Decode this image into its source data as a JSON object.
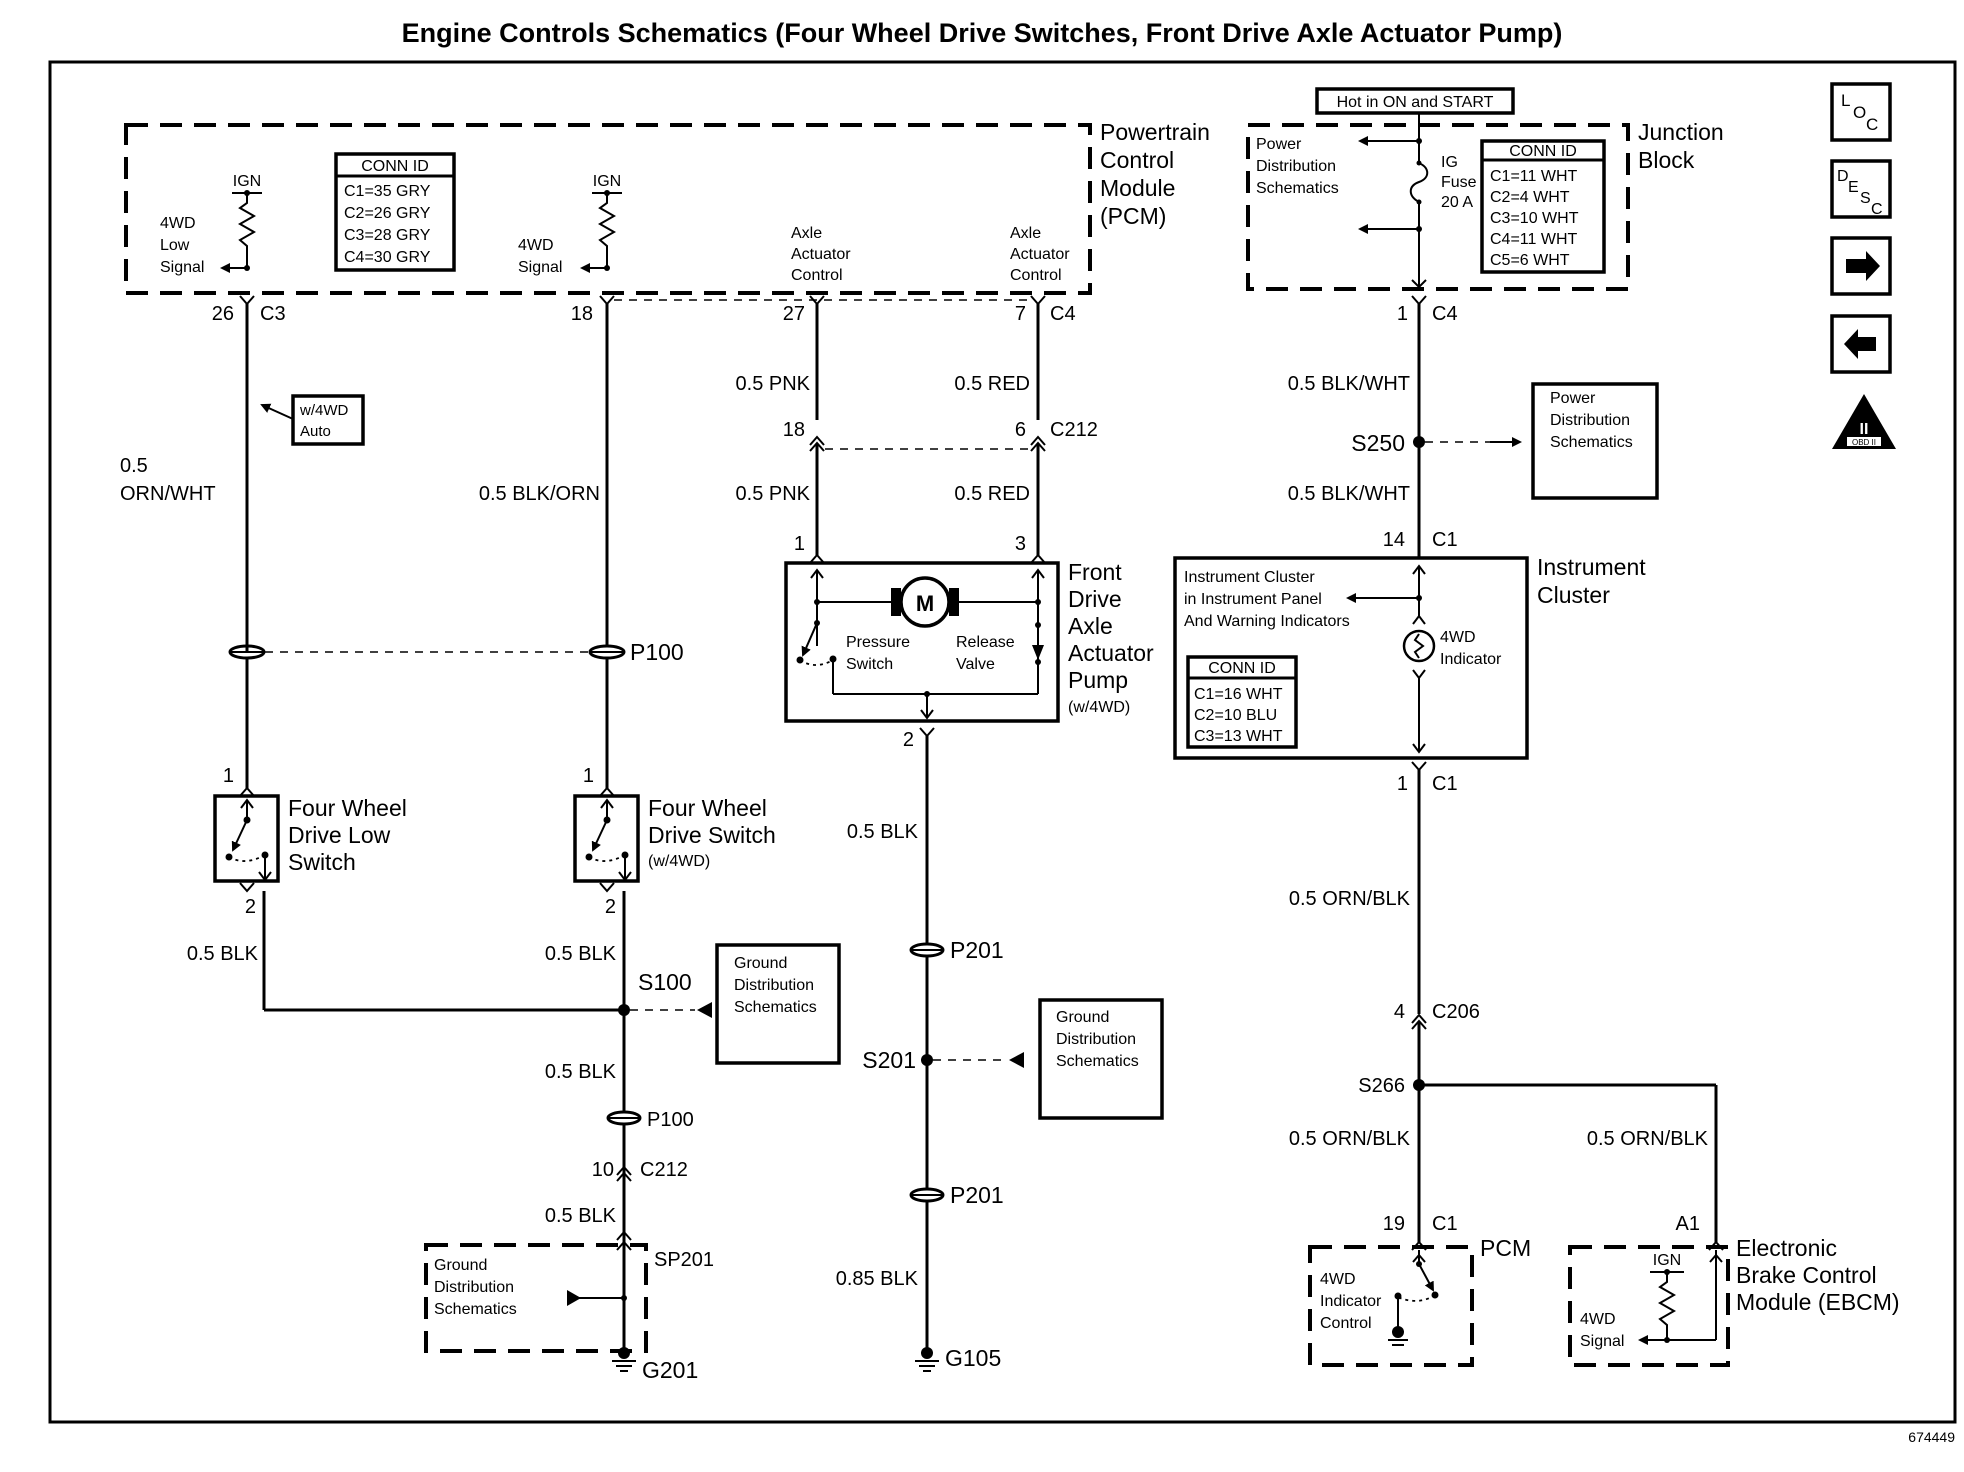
{
  "title": "Engine Controls Schematics (Four Wheel Drive Switches, Front Drive Axle Actuator Pump)",
  "figure_number": "674449",
  "nav_icons": [
    {
      "name": "location",
      "label_chars": [
        "L",
        "O",
        "C"
      ]
    },
    {
      "name": "description",
      "label_chars": [
        "D",
        "E",
        "S",
        "C"
      ]
    },
    {
      "name": "next-page",
      "glyph": "➡"
    },
    {
      "name": "previous-page",
      "glyph": "⬅"
    },
    {
      "name": "obd-ii",
      "top": "II",
      "bottom": "OBD II"
    }
  ],
  "pcm": {
    "name": [
      "Powertrain",
      "Control",
      "Module",
      "(PCM)"
    ],
    "ign": "IGN",
    "low_signal": [
      "4WD",
      "Low",
      "Signal"
    ],
    "signal": [
      "4WD",
      "Signal"
    ],
    "axle_control": [
      "Axle",
      "Actuator",
      "Control"
    ],
    "conn_id": {
      "header": "CONN ID",
      "rows": [
        "C1=35 GRY",
        "C2=26 GRY",
        "C3=28 GRY",
        "C4=30 GRY"
      ]
    }
  },
  "junction_block": {
    "name": [
      "Junction",
      "Block"
    ],
    "hot_label": "Hot in ON and START",
    "power_dist": [
      "Power",
      "Distribution",
      "Schematics"
    ],
    "fuse": [
      "IG",
      "Fuse",
      "20 A"
    ],
    "conn_id": {
      "header": "CONN ID",
      "rows": [
        "C1=11 WHT",
        "C2=4 WHT",
        "C3=10 WHT",
        "C4=11 WHT",
        "C5=6 WHT"
      ]
    }
  },
  "circuits": {
    "low_switch": {
      "pin": "26",
      "conn": "C3",
      "option": [
        "w/4WD",
        "Auto"
      ],
      "wire_top": [
        "0.5",
        "ORN/WHT"
      ],
      "switch_pin1": "1",
      "switch_pin2": "2",
      "switch_name": [
        "Four Wheel",
        "Drive Low",
        "Switch"
      ],
      "wire_bottom": "0.5 BLK"
    },
    "drive_switch": {
      "pin": "18",
      "wire_top": "0.5 BLK/ORN",
      "inline": "P100",
      "switch_pin1": "1",
      "switch_pin2": "2",
      "switch_name": [
        "Four Wheel",
        "Drive Switch",
        "(w/4WD)"
      ],
      "wire_bottom": "0.5 BLK"
    },
    "ground_s100": {
      "splice": "S100",
      "ref": [
        "Ground",
        "Distribution",
        "Schematics"
      ],
      "wire_1": "0.5 BLK",
      "inline": "P100",
      "pin": "10",
      "conn": "C212",
      "wire_2": "0.5 BLK",
      "splice_pack": "SP201",
      "ref2": [
        "Ground",
        "Distribution",
        "Schematics"
      ],
      "ground": "G201"
    },
    "axle_pump": {
      "pin_pnk": "27",
      "pin_red": "7",
      "conn": "C4",
      "wire_pnk": "0.5 PNK",
      "wire_red": "0.5 RED",
      "c212_pnk": "18",
      "c212_red": "6",
      "c212": "C212",
      "pump_pin1": "1",
      "pump_pin3": "3",
      "pump_pin2": "2",
      "motor": "M",
      "pressure_switch": [
        "Pressure",
        "Switch"
      ],
      "release_valve": [
        "Release",
        "Valve"
      ],
      "name": [
        "Front",
        "Drive",
        "Axle",
        "Actuator",
        "Pump",
        "(w/4WD)"
      ],
      "wire_gnd": "0.5 BLK",
      "inline_1": "P201",
      "splice": "S201",
      "ref": [
        "Ground",
        "Distribution",
        "Schematics"
      ],
      "inline_2": "P201",
      "wire_gnd2": "0.85 BLK",
      "ground": "G105"
    },
    "indicator": {
      "jb_pin": "1",
      "jb_conn": "C4",
      "wire_1": "0.5 BLK/WHT",
      "splice": "S250",
      "ref": [
        "Power",
        "Distribution",
        "Schematics"
      ],
      "wire_2": "0.5 BLK/WHT",
      "ic_pin_in": "14",
      "ic_conn_in": "C1",
      "ic_text": [
        "Instrument Cluster",
        "in Instrument Panel",
        "And Warning Indicators"
      ],
      "ic_indicator": [
        "4WD",
        "Indicator"
      ],
      "ic_conn_id": {
        "header": "CONN ID",
        "rows": [
          "C1=16 WHT",
          "C2=10 BLU",
          "C3=13 WHT"
        ]
      },
      "ic_name": [
        "Instrument",
        "Cluster"
      ],
      "ic_pin_out": "1",
      "ic_conn_out": "C1",
      "wire_3": "0.5 ORN/BLK",
      "c206_pin": "4",
      "c206": "C206",
      "splice2": "S266",
      "wire_pcm": "0.5 ORN/BLK",
      "wire_ebcm": "0.5 ORN/BLK",
      "pcm_pin": "19",
      "pcm_conn": "C1",
      "pcm_name": "PCM",
      "pcm_text": [
        "4WD",
        "Indicator",
        "Control"
      ],
      "ebcm_pin": "A1",
      "ebcm_ign": "IGN",
      "ebcm_signal": [
        "4WD",
        "Signal"
      ],
      "ebcm_name": [
        "Electronic",
        "Brake Control",
        "Module (EBCM)"
      ]
    }
  }
}
